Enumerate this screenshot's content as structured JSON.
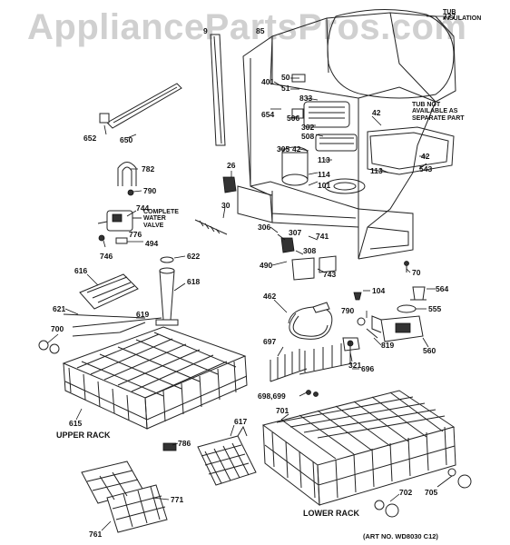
{
  "watermark": "AppliancePartsPros.com",
  "notes": {
    "tub_insulation": "TUB\nINSULATION",
    "tub_not_available": "TUB NOT\nAVAILABLE AS\nSEPARATE PART",
    "complete_water_valve": "COMPLETE\nWATER\nVALVE"
  },
  "rack_titles": {
    "upper": "UPPER RACK",
    "lower": "LOWER RACK"
  },
  "art_number": "(ART NO. WD8030 C12)",
  "labels": [
    "777",
    "50",
    "51",
    "401",
    "833",
    "654",
    "506",
    "302",
    "508",
    "42",
    "42",
    "543",
    "42",
    "113",
    "305",
    "113",
    "114",
    "101",
    "26",
    "30",
    "306",
    "307",
    "741",
    "308",
    "490",
    "743",
    "70",
    "652",
    "650",
    "782",
    "790",
    "744",
    "776",
    "494",
    "746",
    "622",
    "618",
    "616",
    "621",
    "619",
    "700",
    "615",
    "786",
    "617",
    "771",
    "761",
    "462",
    "104",
    "564",
    "790",
    "555",
    "819",
    "560",
    "321",
    "697",
    "696",
    "698,699",
    "701",
    "702",
    "705",
    "9",
    "85"
  ]
}
